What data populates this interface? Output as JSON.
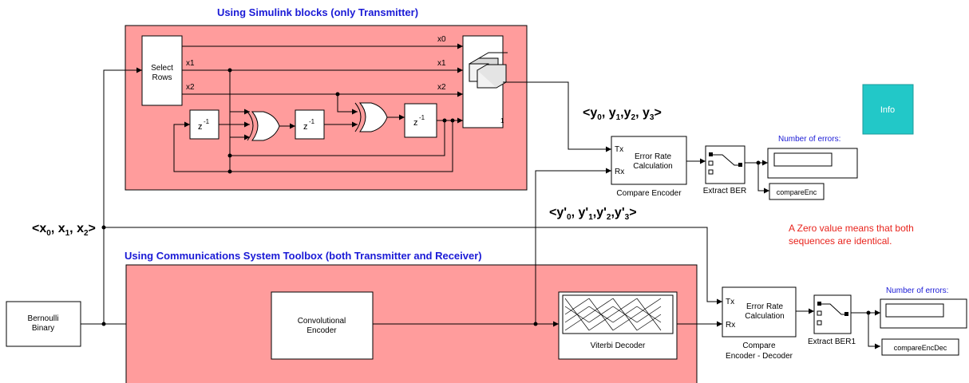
{
  "transmitter_area": {
    "title": "Using Simulink blocks (only Transmitter)",
    "select_rows": [
      "Select",
      "Rows"
    ],
    "signals": [
      "x0",
      "x1",
      "x2"
    ],
    "delay_label": "z",
    "delay_exp": "-1",
    "concat_port": "1"
  },
  "toolbox_area": {
    "title": "Using Communications System Toolbox (both Transmitter and Receiver)",
    "conv_encoder": [
      "Convolutional",
      "Encoder"
    ],
    "viterbi": "Viterbi Decoder"
  },
  "bernoulli": [
    "Bernoulli",
    "Binary"
  ],
  "signal_labels": {
    "x": {
      "open": "<x",
      "s0": "0",
      "s1": "1",
      "s2": "2",
      "close": ">"
    },
    "y": {
      "open": "<y",
      "s0": "0",
      "s1": "1",
      "s2": "2",
      "s3": "3",
      "close": ">"
    },
    "yp": {
      "open": "<y'",
      "s0": "0",
      "s1": "1",
      "s2": "2",
      "s3": "3",
      "close": ">"
    }
  },
  "error_rate_1": {
    "tx": "Tx",
    "rx": "Rx",
    "label": [
      "Error Rate",
      "Calculation"
    ],
    "name": "Compare Encoder",
    "extract": "Extract BER",
    "errors_label": "Number of errors:",
    "workspace": "compareEnc"
  },
  "error_rate_2": {
    "tx": "Tx",
    "rx": "Rx",
    "label": [
      "Error Rate",
      "Calculation"
    ],
    "name": [
      "Compare",
      "Encoder - Decoder"
    ],
    "extract": "Extract BER1",
    "errors_label": "Number of errors:",
    "workspace": "compareEncDec"
  },
  "info_button": "Info",
  "note": [
    "A Zero value means that both",
    "sequences are identical."
  ],
  "colors": {
    "area": "#ff9c9c",
    "title": "#1a1ad6",
    "info": "#22c8c8",
    "note": "#e8231c"
  }
}
